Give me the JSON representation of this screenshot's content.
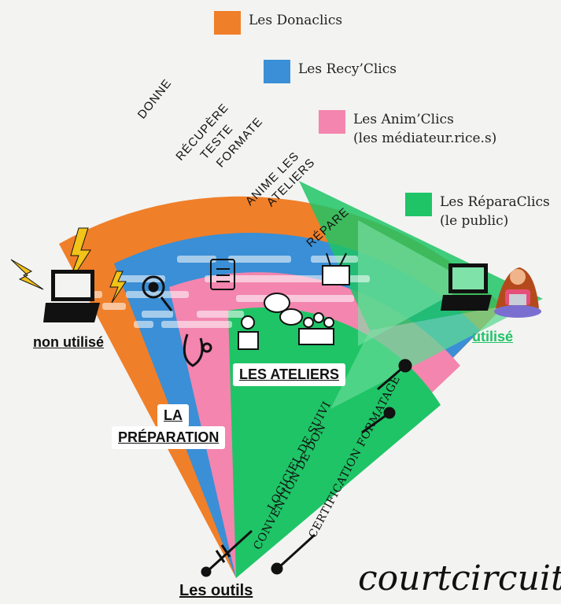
{
  "legend": [
    {
      "label": "Les Donaclics",
      "color": "#f07f29",
      "icon": "laptop-icon"
    },
    {
      "label": "Les Recy’Clics",
      "color": "#3a8fd6",
      "icon": "gear-icon"
    },
    {
      "label": "Les Anim’Clics",
      "sub": "(les médiateur.rice.s)",
      "color": "#f385ae",
      "icon": "hand-pointer-icon"
    },
    {
      "label": "Les RéparaClics",
      "sub": "(le public)",
      "color": "#1fc466",
      "icon": "people-group-icon"
    }
  ],
  "bands": {
    "orange": {
      "text": "DONNE",
      "color": "#f07f29"
    },
    "blue": {
      "lines": [
        "RÉCUPÈRE",
        "TESTE",
        "FORMATE"
      ],
      "color": "#3a8fd6"
    },
    "pink": {
      "lines": [
        "ANIME LES",
        "ATELIERS"
      ],
      "color": "#f385ae"
    },
    "green": {
      "text": "RÉPARE",
      "color": "#1fc466"
    }
  },
  "labels": {
    "unused": "non utilisé",
    "used": "utilisé",
    "preparation_1": "LA",
    "preparation_2": "PRÉPARATION",
    "workshops": "LES ATELIERS",
    "tools": "Les outils"
  },
  "tools": [
    "LOGICIEL DE SUIVI",
    "CONVENTION DE DON",
    "CERTIFICATION FORMATAGE"
  ],
  "logo": "courtcircuit"
}
